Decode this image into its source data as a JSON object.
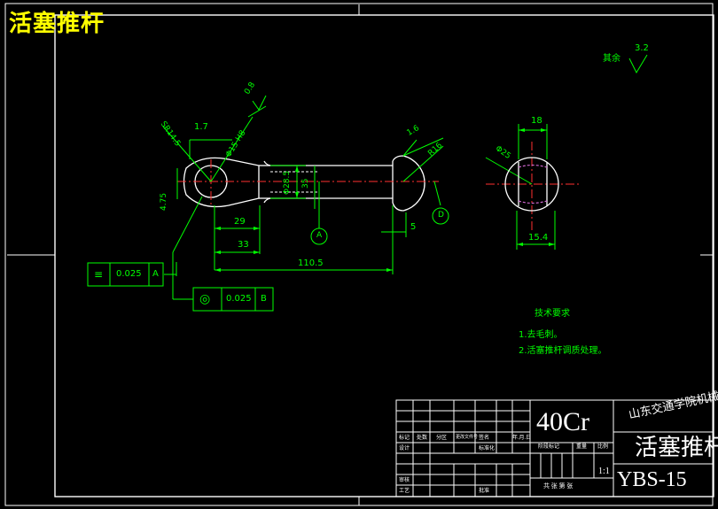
{
  "overlay_title": "活塞推杆",
  "surface": {
    "label": "其余",
    "value": "3.2"
  },
  "dims": {
    "sr": "SR14.5",
    "d17": "1.7",
    "phi15": "Φ15 H8",
    "r08": "0.8",
    "d475": "4.75",
    "phi285": "Φ28.5",
    "d35": "35",
    "d29": "29",
    "d33": "33",
    "d110": "110.5",
    "d5": "5",
    "r16": "R16",
    "r16b": "1.6",
    "d18": "18",
    "phi25": "Φ25",
    "d154": "15.4"
  },
  "datums": {
    "a": "A",
    "b": "B",
    "d": "D"
  },
  "tolerances": [
    {
      "symbol": "≡",
      "value": "0.025",
      "datum": "A"
    },
    {
      "symbol": "◎",
      "value": "0.025",
      "datum": "B"
    }
  ],
  "tech": {
    "heading": "技术要求",
    "items": [
      "1.去毛刺。",
      "2.活塞推杆调质处理。"
    ]
  },
  "title_block": {
    "material": "40Cr",
    "company": "山东交通学院机械厂",
    "part_name": "活塞推杆",
    "drawing_no": "YBS-15",
    "scale": "1:1",
    "headers": {
      "mark": "标记",
      "count": "处数",
      "zone": "分区",
      "change_doc": "更改文件号",
      "sign": "签名",
      "date": "年.月.日",
      "design": "设计",
      "standardize": "标准化",
      "stage": "阶段标记",
      "weight": "重量",
      "ratio": "比例",
      "review": "审核",
      "process": "工艺",
      "approve": "批准",
      "sheets": "共 张 第 张"
    }
  }
}
